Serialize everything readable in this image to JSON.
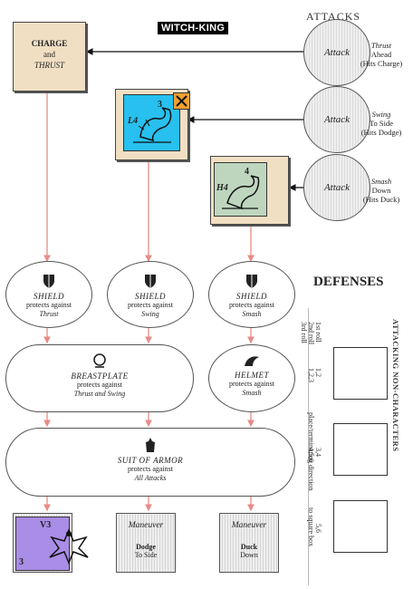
{
  "title_badge": "WITCH-KING",
  "attacks": {
    "heading": "ATTACKS",
    "charge_box": {
      "line1": "CHARGE",
      "line2": "and",
      "line3": "THRUST"
    },
    "items": [
      {
        "circle": "Attack",
        "line1": "Thrust",
        "line2": "Ahead",
        "line3": "(Hits Charge)"
      },
      {
        "circle": "Attack",
        "line1": "Swing",
        "line2": "To Side",
        "line3": "(Hits Dodge)"
      },
      {
        "circle": "Attack",
        "line1": "Smash",
        "line2": "Down",
        "line3": "(Hits Duck)"
      }
    ],
    "counters": [
      {
        "top": "3",
        "left": "L4"
      },
      {
        "top": "4",
        "left": "H4"
      }
    ]
  },
  "defenses": {
    "heading": "DEFENSES",
    "shields": [
      {
        "name": "SHIELD",
        "line": "protects against",
        "target": "Thrust"
      },
      {
        "name": "SHIELD",
        "line": "protects against",
        "target": "Swing"
      },
      {
        "name": "SHIELD",
        "line": "protects against",
        "target": "Smash"
      }
    ],
    "breastplate": {
      "name": "BREASTPLATE",
      "line": "protects against",
      "target": "Thrust and Swing"
    },
    "helmet": {
      "name": "HELMET",
      "line": "protects against",
      "target": "Smash"
    },
    "armor": {
      "name": "SUIT OF ARMOR",
      "line": "protects against",
      "target": "All Attacks"
    }
  },
  "maneuvers": [
    {
      "title": "Maneuver",
      "name": "Dodge",
      "sub": "To Side"
    },
    {
      "title": "Maneuver",
      "name": "Duck",
      "sub": "Down"
    }
  ],
  "character_counter": {
    "top": "V3",
    "bottom": "3"
  },
  "side_panel": {
    "title": "ATTACKING NON-CHARACTERS",
    "rolls": [
      "1st roll",
      "2nd roll",
      "3rd roll"
    ],
    "range1": "1,2",
    "range2": "1,2,3",
    "range3": "3,4",
    "range4": "4,5,6",
    "range5": "5,6",
    "note1": "place/terminating direction",
    "note2": "to square box"
  },
  "colors": {
    "arrow_red": "#e88b86",
    "arrow_black": "#111111",
    "blue_counter": "#27c0ef",
    "green_counter": "#bfd6be",
    "purple_counter": "#a98de6",
    "x_marker": "#f2a030"
  }
}
